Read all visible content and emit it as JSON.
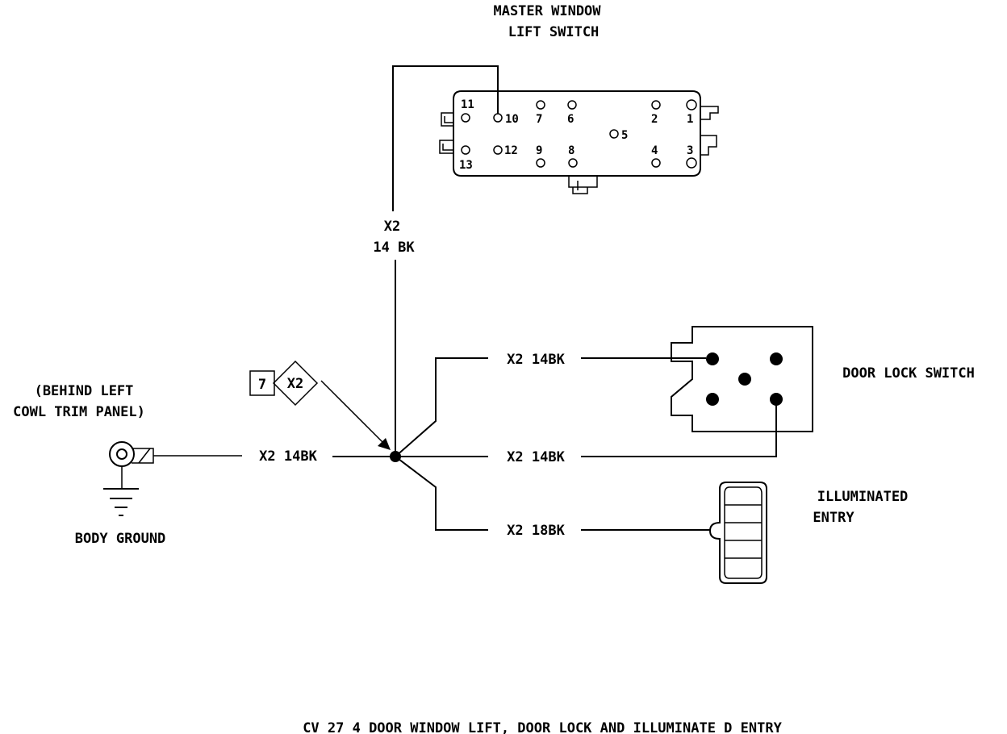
{
  "title": "CV 27 4 DOOR WINDOW LIFT, DOOR LOCK AND ILLUMINATE  D ENTRY",
  "master_switch": {
    "label_line1": "MASTER WINDOW",
    "label_line2": "LIFT SWITCH",
    "pins": [
      "11",
      "10",
      "7",
      "6",
      "2",
      "1",
      "5",
      "13",
      "12",
      "9",
      "8",
      "4",
      "3"
    ]
  },
  "wire_vertical": {
    "circuit": "X2",
    "gauge": "14 BK"
  },
  "splice": {
    "number": "7",
    "id": "X2"
  },
  "ground": {
    "note_line1": "(BEHIND LEFT",
    "note_line2": "COWL TRIM PANEL)",
    "label": "BODY GROUND",
    "wire": "X2 14BK"
  },
  "door_lock": {
    "label": "DOOR LOCK SWITCH",
    "wire_top": "X2 14BK",
    "wire_mid": "X2 14BK"
  },
  "illuminated_entry": {
    "label_line1": "ILLUMINATED",
    "label_line2": "ENTRY",
    "wire": "X2 18BK"
  }
}
